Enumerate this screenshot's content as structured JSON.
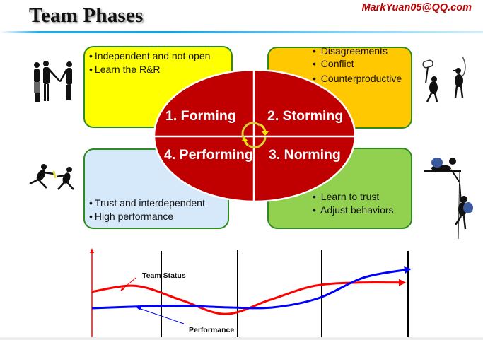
{
  "header": {
    "title": "Team Phases",
    "email": "MarkYuan05@QQ.com"
  },
  "colors": {
    "accent_red": "#c00000",
    "forming_box": "#ffff00",
    "storming_box": "#ffc800",
    "performing_box": "#d6e9fb",
    "norming_box": "#92d050",
    "box_border": "#2e8b22",
    "team_status_line": "#ff0000",
    "performance_line": "#0000ff"
  },
  "phases": [
    {
      "label": "1. Forming",
      "points": [
        "Independent and not open",
        "Learn the R&R"
      ],
      "figure_icon": "people-shaking-hands-icon"
    },
    {
      "label": "2. Storming",
      "points": [
        "Disagreements",
        "Conflict",
        "Counterproductive"
      ],
      "figure_icon": "people-fighting-icon"
    },
    {
      "label": "3. Norming",
      "points": [
        "Learn to trust",
        "Adjust behaviors"
      ],
      "figure_icon": "climbers-helping-icon"
    },
    {
      "label": "4. Performing",
      "points": [
        "Trust and interdependent",
        "High performance"
      ],
      "figure_icon": "relay-runners-icon"
    }
  ],
  "bullet": "•",
  "cycle_icon": "circular-arrows-icon",
  "chart_data": {
    "type": "line",
    "title": "",
    "xlabel": "",
    "ylabel": "",
    "stage_dividers": 4,
    "series": [
      {
        "name": "Team Status",
        "label": "Team Status",
        "trend": [
          0.55,
          0.62,
          0.45,
          0.28,
          0.45,
          0.62,
          0.66,
          0.66
        ]
      },
      {
        "name": "Performance",
        "label": "Performance",
        "trend": [
          0.35,
          0.37,
          0.38,
          0.36,
          0.36,
          0.47,
          0.72,
          0.82
        ]
      }
    ],
    "ylim": [
      0,
      1
    ]
  }
}
